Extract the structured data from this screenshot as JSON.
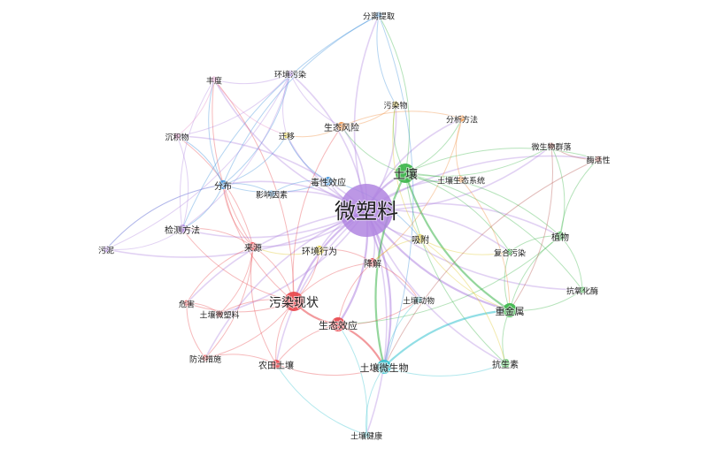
{
  "diagram": {
    "type": "keyword-co-occurrence-network",
    "clusters": {
      "purple": "#b085e0",
      "green": "#3cb54a",
      "red": "#e8474c",
      "blue": "#3b8fd9",
      "cyan": "#36c2cf",
      "yellow": "#e0c72a",
      "pink": "#e58ac9",
      "orange": "#f08c3a",
      "maroon": "#b4504a"
    },
    "nodes": [
      {
        "id": "microplastic",
        "label": "微塑料",
        "cluster": "purple",
        "weight": 10
      },
      {
        "id": "soil",
        "label": "土壤",
        "cluster": "green",
        "weight": 6
      },
      {
        "id": "pollution_status",
        "label": "污染现状",
        "cluster": "red",
        "weight": 6
      },
      {
        "id": "soil_microbe",
        "label": "土壤微生物",
        "cluster": "cyan",
        "weight": 3
      },
      {
        "id": "heavy_metal",
        "label": "重金属",
        "cluster": "green",
        "weight": 3
      },
      {
        "id": "ecological_effect",
        "label": "生态效应",
        "cluster": "red",
        "weight": 3
      },
      {
        "id": "adsorption",
        "label": "吸附",
        "cluster": "yellow",
        "weight": 2
      },
      {
        "id": "toxic_effect",
        "label": "毒性效应",
        "cluster": "blue",
        "weight": 2
      },
      {
        "id": "distribution",
        "label": "分布",
        "cluster": "blue",
        "weight": 2
      },
      {
        "id": "source",
        "label": "来源",
        "cluster": "red",
        "weight": 2
      },
      {
        "id": "farmland_soil",
        "label": "农田土壤",
        "cluster": "red",
        "weight": 2
      },
      {
        "id": "degradation",
        "label": "降解",
        "cluster": "red",
        "weight": 2
      },
      {
        "id": "env_behavior",
        "label": "环境行为",
        "cluster": "yellow",
        "weight": 2
      },
      {
        "id": "detection",
        "label": "检测方法",
        "cluster": "purple",
        "weight": 2
      },
      {
        "id": "eco_risk",
        "label": "生态风险",
        "cluster": "orange",
        "weight": 2
      },
      {
        "id": "plant",
        "label": "植物",
        "cluster": "green",
        "weight": 2
      },
      {
        "id": "antibiotic",
        "label": "抗生素",
        "cluster": "green",
        "weight": 2
      },
      {
        "id": "combined_pollution",
        "label": "复合污染",
        "cluster": "green",
        "weight": 1
      },
      {
        "id": "soil_animal",
        "label": "土壤动物",
        "cluster": "cyan",
        "weight": 1
      },
      {
        "id": "soil_ecosystem",
        "label": "土壤生态系统",
        "cluster": "orange",
        "weight": 1
      },
      {
        "id": "influence_factor",
        "label": "影响因素",
        "cluster": "blue",
        "weight": 1
      },
      {
        "id": "migration",
        "label": "迁移",
        "cluster": "yellow",
        "weight": 1
      },
      {
        "id": "env_pollution",
        "label": "环境污染",
        "cluster": "purple",
        "weight": 1
      },
      {
        "id": "abundance",
        "label": "丰度",
        "cluster": "pink",
        "weight": 1
      },
      {
        "id": "sediment",
        "label": "沉积物",
        "cluster": "pink",
        "weight": 1
      },
      {
        "id": "sludge",
        "label": "污泥",
        "cluster": "purple",
        "weight": 1
      },
      {
        "id": "hazard",
        "label": "危害",
        "cluster": "red",
        "weight": 1
      },
      {
        "id": "soil_microplastic",
        "label": "土壤微塑料",
        "cluster": "red",
        "weight": 1
      },
      {
        "id": "prevention",
        "label": "防治措施",
        "cluster": "red",
        "weight": 1
      },
      {
        "id": "separation",
        "label": "分离提取",
        "cluster": "blue",
        "weight": 1
      },
      {
        "id": "pollutant",
        "label": "污染物",
        "cluster": "yellow",
        "weight": 1
      },
      {
        "id": "analysis_method",
        "label": "分析方法",
        "cluster": "orange",
        "weight": 1
      },
      {
        "id": "microbial_community",
        "label": "微生物群落",
        "cluster": "maroon",
        "weight": 1
      },
      {
        "id": "enzyme_activity",
        "label": "酶活性",
        "cluster": "maroon",
        "weight": 1
      },
      {
        "id": "antioxidant_enzyme",
        "label": "抗氧化酶",
        "cluster": "green",
        "weight": 1
      },
      {
        "id": "soil_health",
        "label": "土壤健康",
        "cluster": "cyan",
        "weight": 1
      }
    ]
  }
}
